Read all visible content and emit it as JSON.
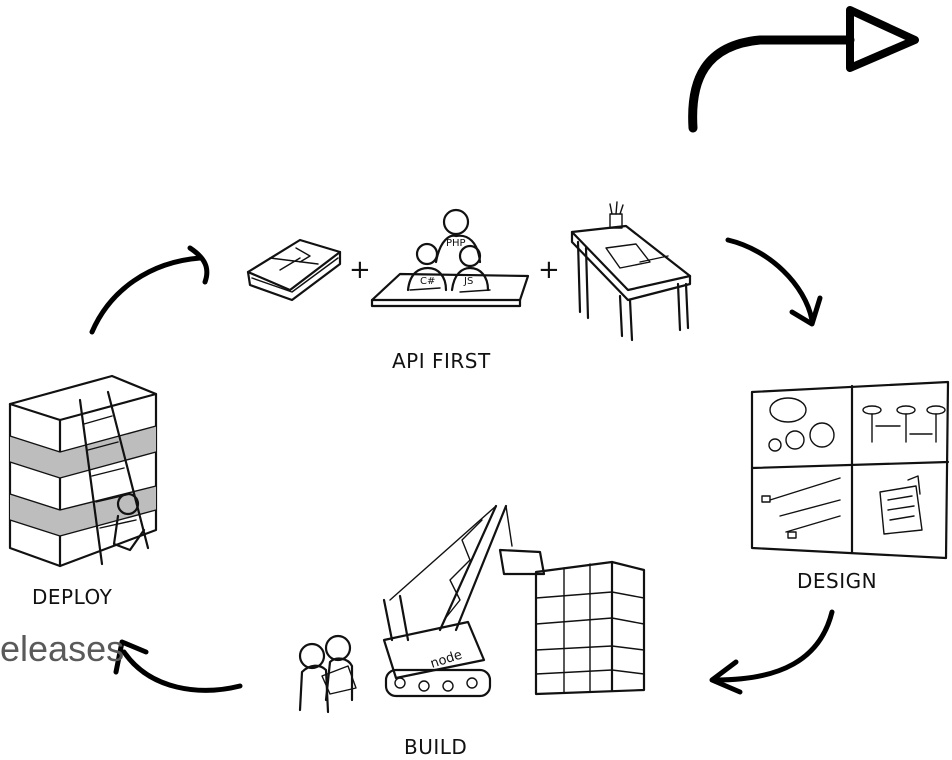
{
  "labels": {
    "api_first": "API FIRST",
    "design": "DESIGN",
    "build": "BUILD",
    "deploy": "DEPLOY",
    "plus_1": "+",
    "plus_2": "+"
  },
  "people_tags": {
    "php": "PHP",
    "csharp": "C#",
    "js": "JS"
  },
  "crane_tag": "node",
  "cut_off_text": "eleases",
  "colors": {
    "ink": "#111111",
    "grey_band": "#bdbdbd",
    "text_grey": "#5a5a5a"
  }
}
